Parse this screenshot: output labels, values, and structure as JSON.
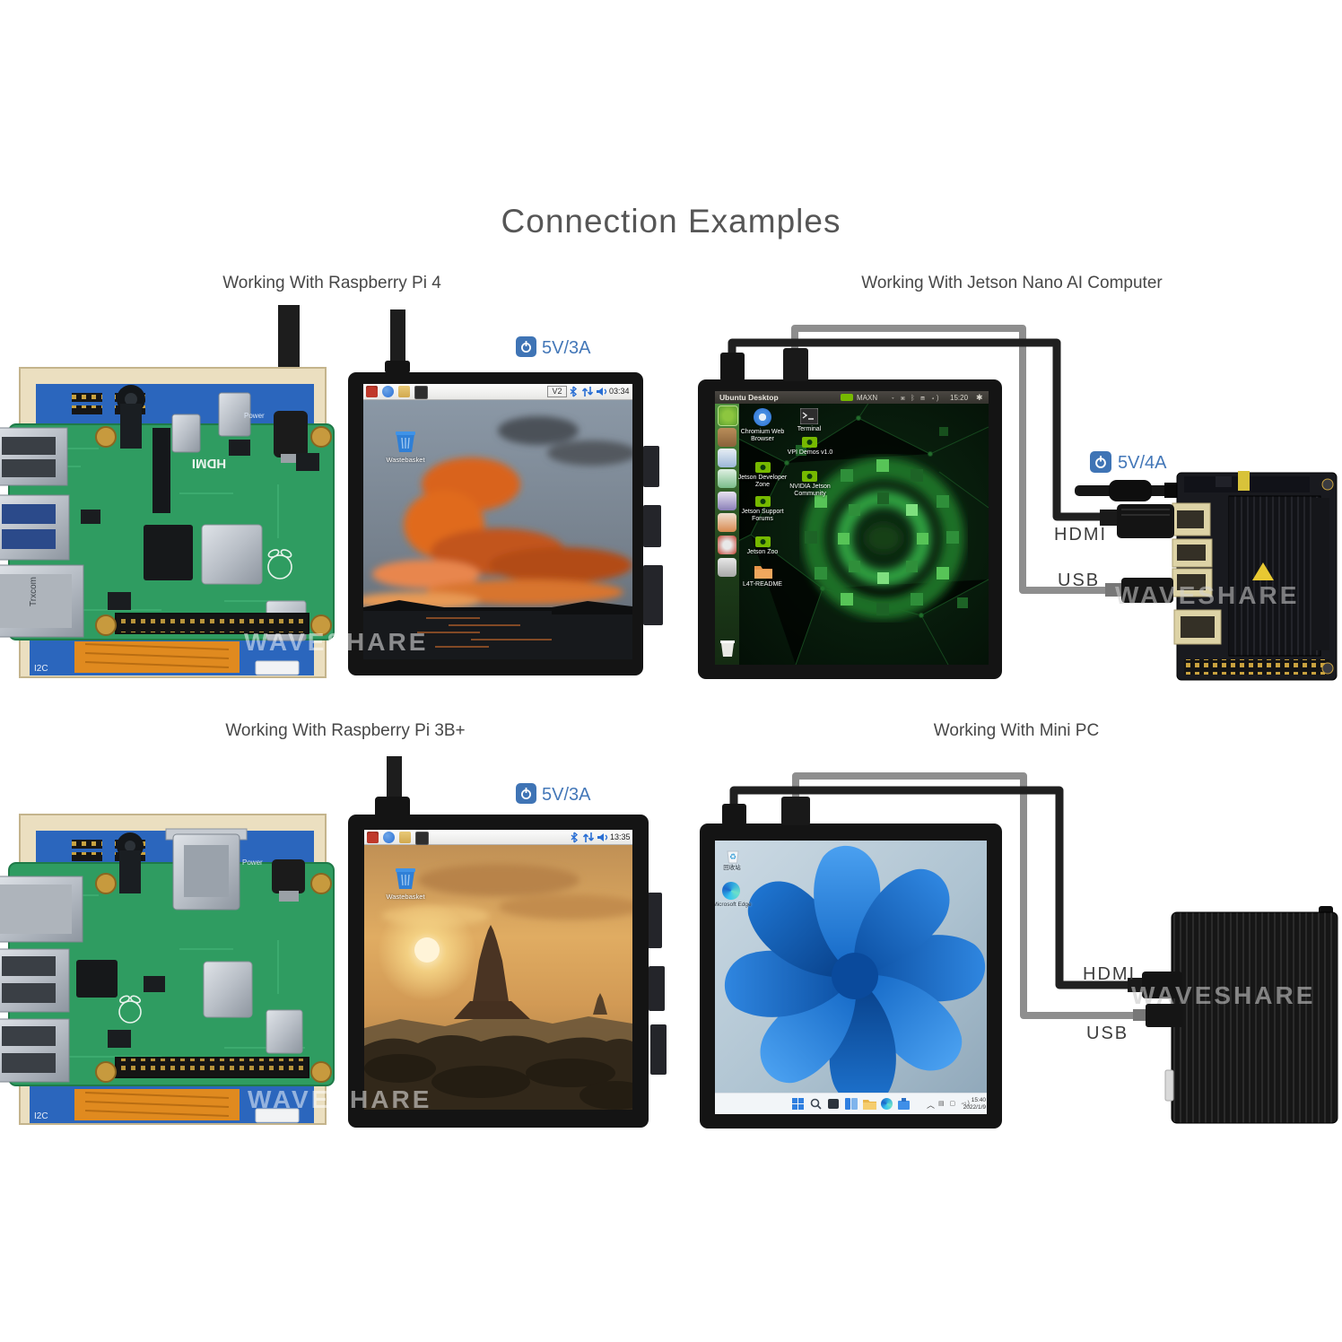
{
  "title": "Connection Examples",
  "watermark": "WAVESHARE",
  "accent_blue": "#4377b8",
  "sections": {
    "pi4": {
      "caption": "Working With Raspberry Pi 4",
      "power_label": "5V/3A"
    },
    "jetson": {
      "caption": "Working With Jetson Nano AI Computer",
      "power_label": "5V/4A",
      "hdmi_label": "HDMI",
      "usb_label": "USB"
    },
    "pi3": {
      "caption": "Working With Raspberry Pi 3B+",
      "power_label": "5V/3A"
    },
    "minipc": {
      "caption": "Working With Mini PC",
      "hdmi_label": "HDMI",
      "usb_label": "USB"
    }
  },
  "boards": {
    "pi4_silk_hdmi": "HDMI",
    "i2c_silk": "I2C",
    "eth_label": "Trxcom",
    "power_silk": "Power"
  },
  "screens": {
    "pi4": {
      "vnc_badge": "V2",
      "clock": "03:34",
      "trash_label": "Wastebasket"
    },
    "pi3": {
      "clock": "13:35",
      "trash_label": "Wastebasket"
    },
    "jetson": {
      "menubar_title": "Ubuntu Desktop",
      "power_mode": "MAXN",
      "clock": "15:20",
      "icons_col1": [
        "Chromium Web Browser",
        "Jetson Developer Zone",
        "Jetson Support Forums",
        "Jetson Zoo",
        "L4T-README"
      ],
      "icons_col2": [
        "Terminal",
        "VPI Demos v1.0",
        "NVIDIA Jetson Community"
      ]
    },
    "minipc": {
      "recycle_label": "回收站",
      "edge_label": "Microsoft Edge",
      "clock_time": "15:40",
      "clock_date": "2022/1/9"
    }
  }
}
